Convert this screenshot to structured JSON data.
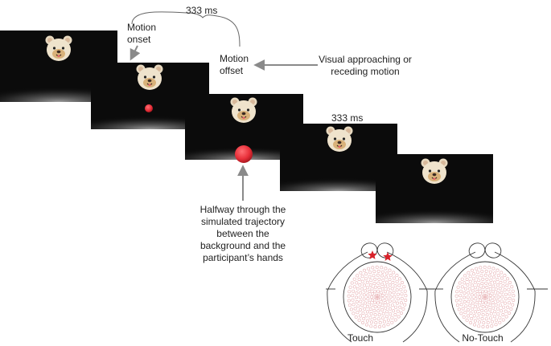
{
  "timing": {
    "interval_top": "333 ms",
    "interval_mid": "333 ms"
  },
  "labels": {
    "motion_onset": [
      "Motion",
      "onset"
    ],
    "motion_offset": [
      "Motion",
      "offset"
    ],
    "visual_motion": [
      "Visual approaching or",
      "receding motion"
    ],
    "halfway": [
      "Halfway through the",
      "simulated trajectory",
      "between the",
      "background and the",
      "participant’s hands"
    ]
  },
  "conditions": {
    "touch": "Touch",
    "no_touch": "No-Touch"
  },
  "frames": [
    {
      "id": "frame-1",
      "ball": "none"
    },
    {
      "id": "frame-2",
      "ball": "small"
    },
    {
      "id": "frame-3",
      "ball": "large"
    },
    {
      "id": "frame-4",
      "ball": "none"
    },
    {
      "id": "frame-5",
      "ball": "none"
    }
  ],
  "colors": {
    "screen": "#0b0b0b",
    "floor_glow": "#9a9a9a",
    "ball": "#e8303a",
    "star": "#d8222a",
    "arrow": "#8a8a8a",
    "electrode": "#e7b0b3"
  }
}
